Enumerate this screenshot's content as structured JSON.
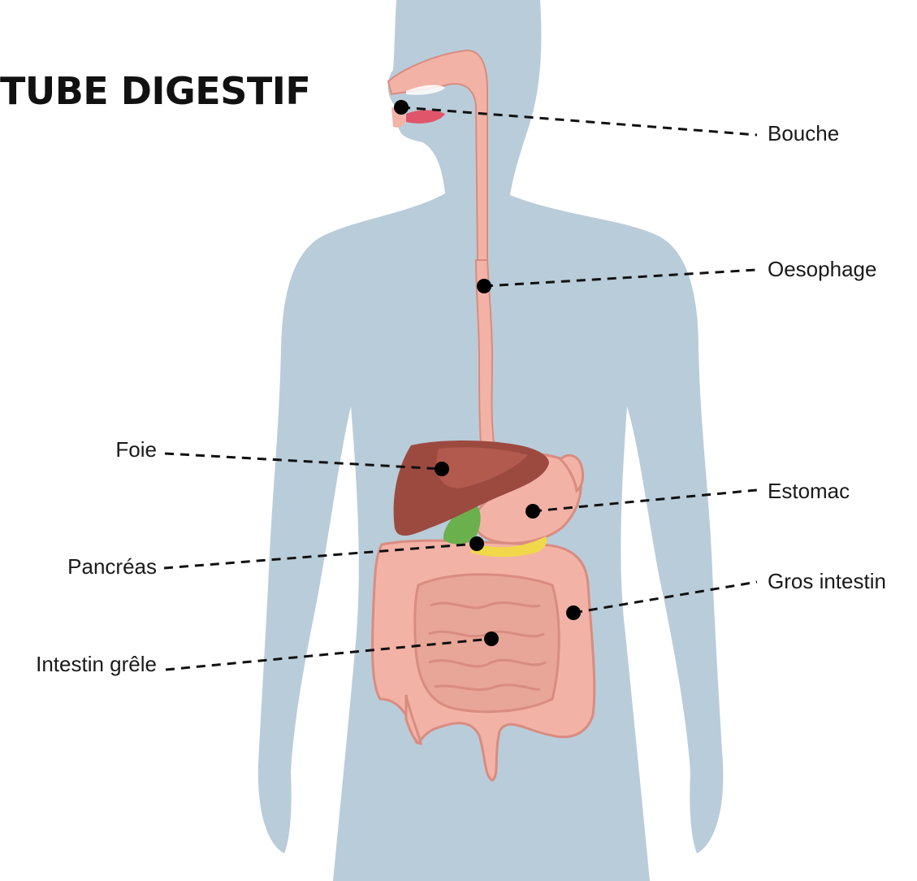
{
  "title": "TUBE DIGESTIF",
  "colors": {
    "body": "#b9ccd9",
    "tract": "#f2b3a6",
    "tract_outline": "#d98c80",
    "liver": "#9c4a40",
    "liver_light": "#b35a4f",
    "gallbladder": "#6ab04c",
    "pancreas": "#f0d84a",
    "tongue": "#e0556a",
    "leader": "#111111"
  },
  "labels": {
    "bouche": "Bouche",
    "oesophage": "Oesophage",
    "foie": "Foie",
    "estomac": "Estomac",
    "pancreas": "Pancréas",
    "gros_intestin": "Gros intestin",
    "intestin_grele": "Intestin grêle"
  }
}
